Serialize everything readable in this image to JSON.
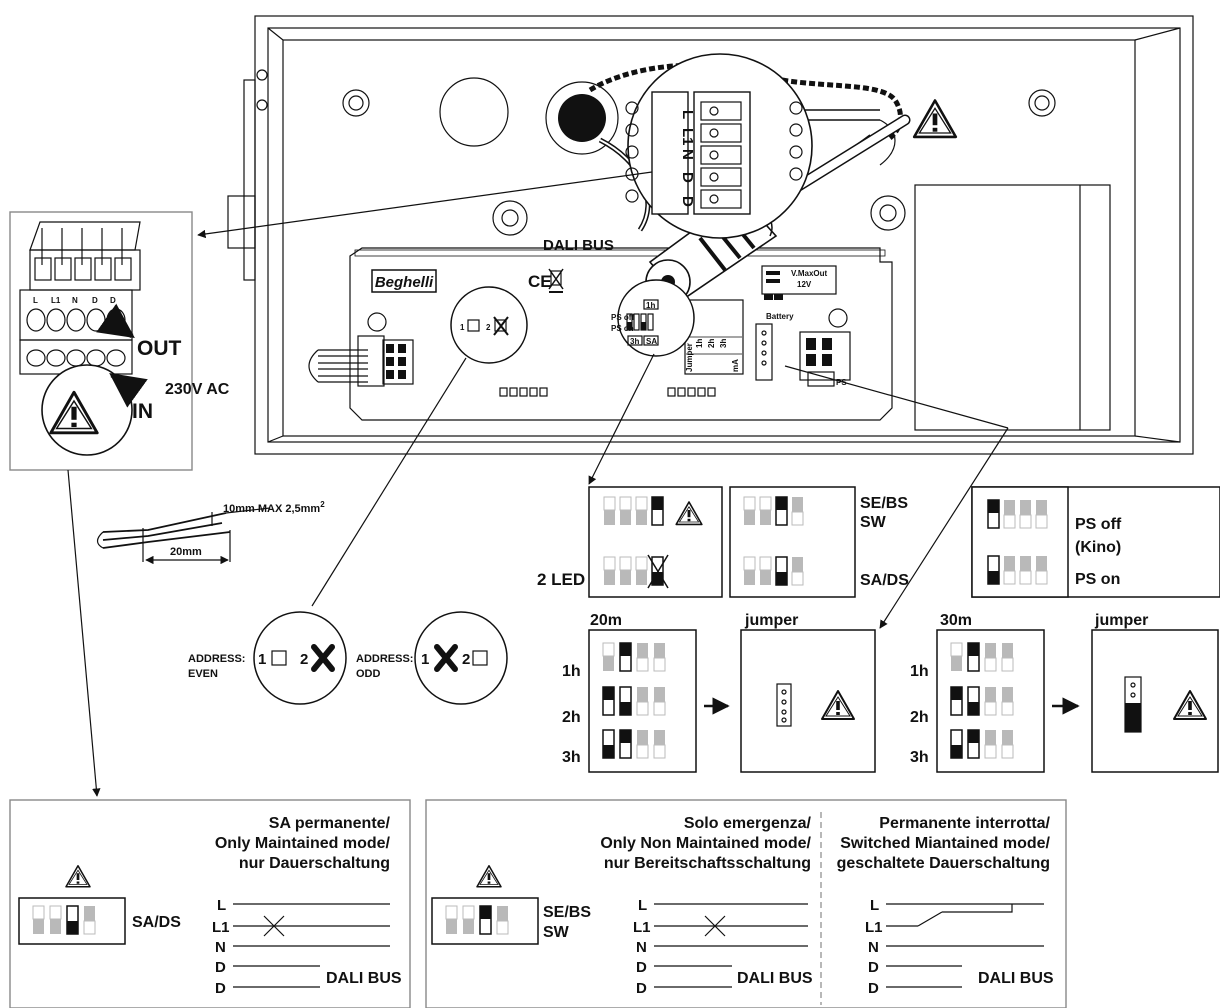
{
  "device": {
    "brand": "Beghelli",
    "terminal_letters": [
      "L",
      "L1",
      "N",
      "D",
      "D"
    ],
    "dali_bus_label": "DALI BUS",
    "pcb_small": {
      "vmaxout": "V.MaxOut",
      "v12": "12V",
      "battery": "Battery",
      "ps_off": "PS off",
      "ps_on": "PS on",
      "h3": "3h",
      "sa": "SA",
      "h1": "1h",
      "jumper_col": "Jumper",
      "h1_col": "1h",
      "h2_col": "2h",
      "h3_col": "3h",
      "ma_col": "mA"
    }
  },
  "connector": {
    "letters": [
      "L",
      "L1",
      "N",
      "D",
      "D"
    ],
    "out_label": "OUT",
    "in_label": "IN",
    "voltage_label": "230V AC"
  },
  "cable": {
    "strip_label": "10mm MAX 2,5mm",
    "strip_sup": "2",
    "length_label": "20mm"
  },
  "address": {
    "even_title": "ADDRESS:",
    "even_sub": "EVEN",
    "odd_title": "ADDRESS:",
    "odd_sub": "ODD",
    "pos1": "1",
    "pos2": "2"
  },
  "switches": {
    "led_label": "2 LED",
    "sebs_label": "SE/BS",
    "sw_label": "SW",
    "sads_label": "SA/DS",
    "ps_off_label": "PS off",
    "kino_label": "(Kino)",
    "ps_on_label": "PS on"
  },
  "duration": {
    "m20_title": "20m",
    "m30_title": "30m",
    "jumper_title": "jumper",
    "jumper_title2": "jumper",
    "h1": "1h",
    "h2": "2h",
    "h3": "3h"
  },
  "wiring": {
    "panel1": {
      "title": [
        "SA permanente/",
        "Only Maintained mode/",
        "nur Dauerschaltung"
      ],
      "switch_label": "SA/DS",
      "lines": [
        "L",
        "L1",
        "N",
        "D",
        "D"
      ],
      "bus": "DALI BUS"
    },
    "panel2a": {
      "title": [
        "Solo emergenza/",
        "Only Non Maintained mode/",
        "nur Bereitschaftsschaltung"
      ],
      "switch_label1": "SE/BS",
      "switch_label2": "SW",
      "lines": [
        "L",
        "L1",
        "N",
        "D",
        "D"
      ],
      "bus": "DALI BUS"
    },
    "panel2b": {
      "title": [
        "Permanente interrotta/",
        "Switched Miantained mode/",
        "geschaltete Dauerschaltung"
      ],
      "lines": [
        "L",
        "L1",
        "N",
        "D",
        "D"
      ],
      "bus": "DALI BUS"
    }
  }
}
